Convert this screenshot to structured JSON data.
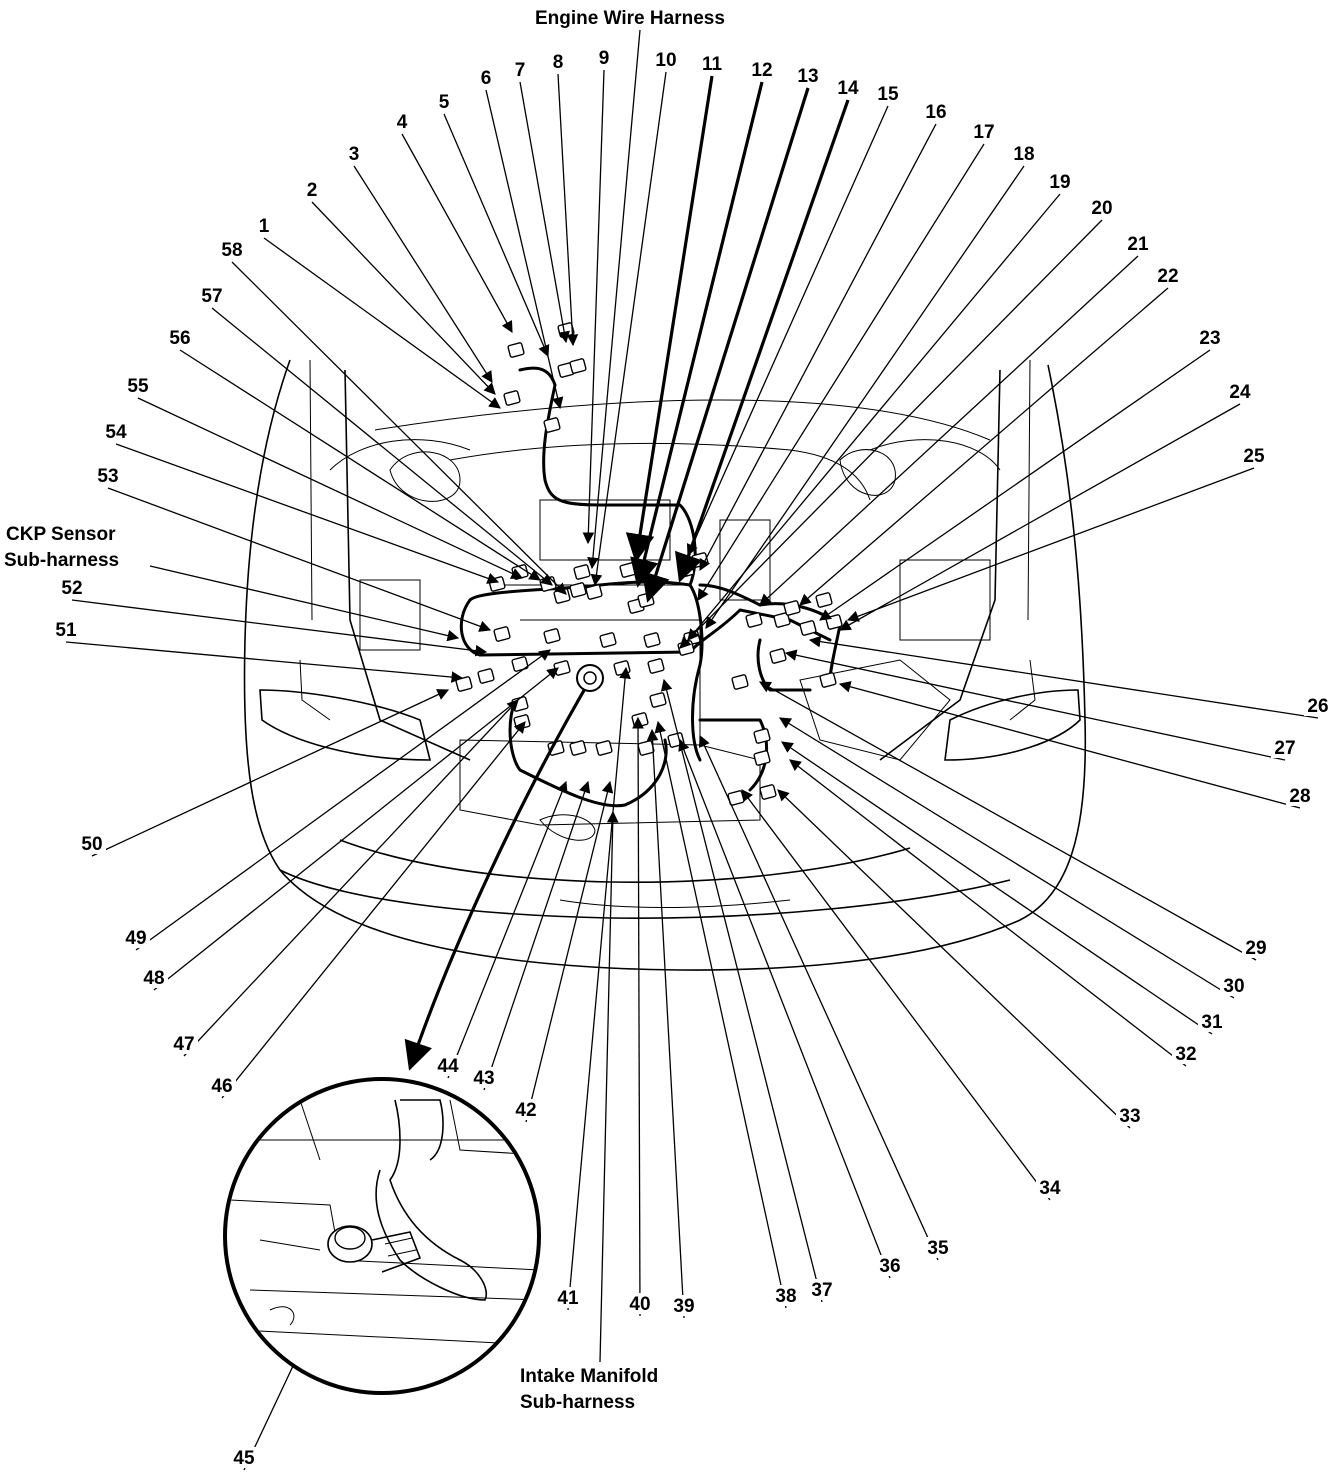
{
  "captions": {
    "engine_wire_harness": "Engine Wire Harness",
    "ckp_line1": "CKP Sensor",
    "ckp_line2": "Sub-harness",
    "intake_line1": "Intake Manifold",
    "intake_line2": "Sub-harness"
  },
  "callouts": [
    "1",
    "2",
    "3",
    "4",
    "5",
    "6",
    "7",
    "8",
    "9",
    "10",
    "11",
    "12",
    "13",
    "14",
    "15",
    "16",
    "17",
    "18",
    "19",
    "20",
    "21",
    "22",
    "23",
    "24",
    "25",
    "26",
    "27",
    "28",
    "29",
    "30",
    "31",
    "32",
    "33",
    "34",
    "35",
    "36",
    "37",
    "38",
    "39",
    "40",
    "41",
    "42",
    "43",
    "44",
    "45",
    "46",
    "47",
    "48",
    "49",
    "50",
    "51",
    "52",
    "53",
    "54",
    "55",
    "56",
    "57",
    "58"
  ]
}
